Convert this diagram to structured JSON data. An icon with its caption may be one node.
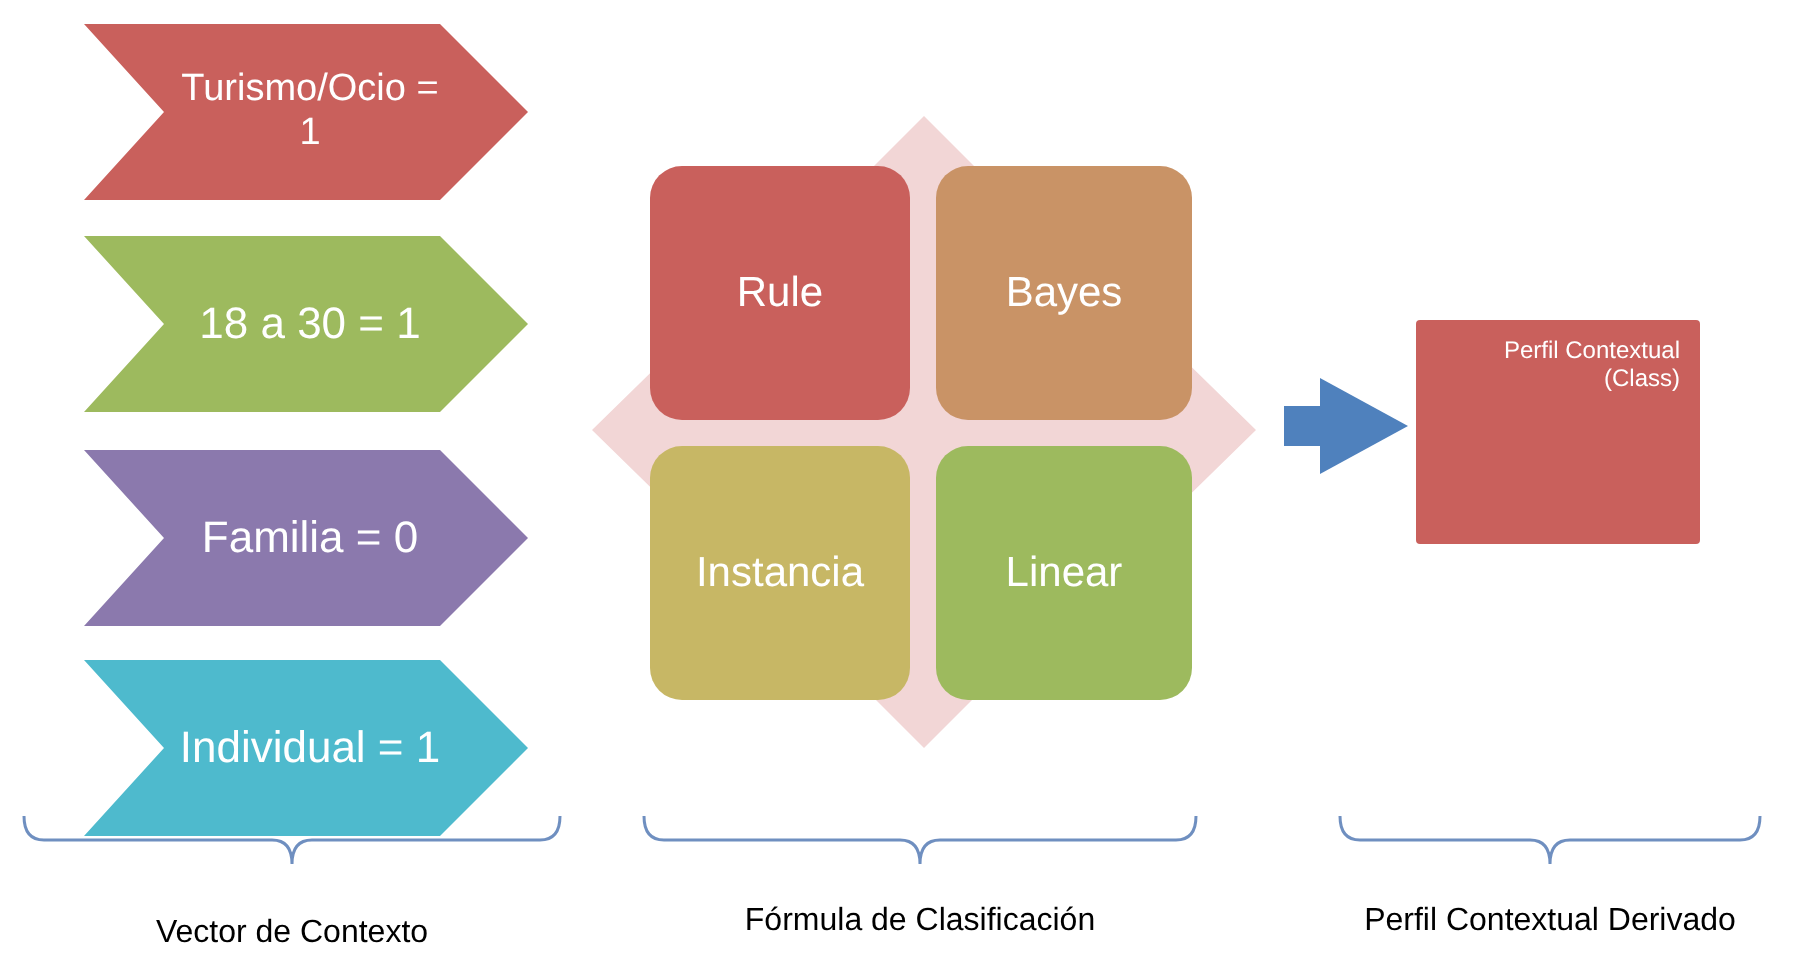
{
  "diagram": {
    "nodes": [
      {
        "text": [
          "Turismo/Ocio = 1"
        ]
      },
      {
        "text": [
          "18 a 30 = 1"
        ]
      },
      {
        "text": [
          "Familia = 0"
        ]
      },
      {
        "text": [
          "Individual = 1"
        ]
      },
      {
        "text": [
          "Rule"
        ]
      },
      {
        "text": [
          "Bayes"
        ]
      },
      {
        "text": [
          "Instancia"
        ]
      },
      {
        "text": [
          "Linear"
        ]
      },
      {
        "text": [
          "Perfil Contextual (Class)"
        ]
      }
    ],
    "edges": [
      {
        "from": null,
        "to": 8,
        "arrow": "to"
      }
    ],
    "labels": [
      "Vector de Contexto",
      "Fórmula de Clasificación",
      "Perfil Contextual Derivado"
    ]
  }
}
